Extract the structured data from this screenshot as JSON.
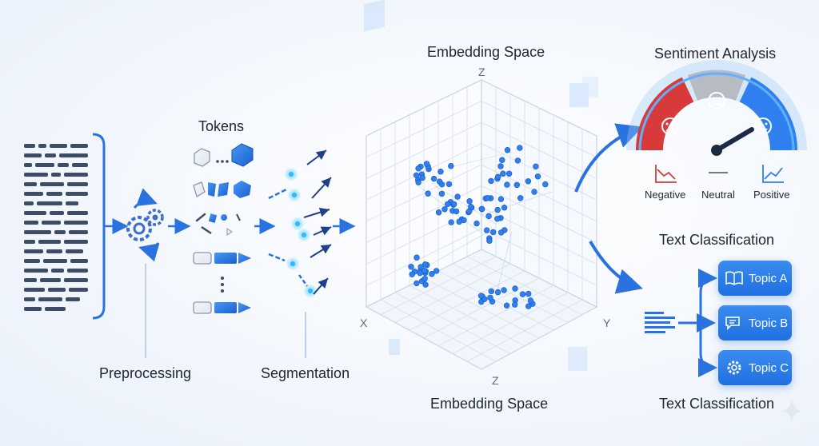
{
  "labels": {
    "tokens": "Tokens",
    "preprocessing": "Preprocessing",
    "segmentation": "Segmentation",
    "embedding_top": "Embedding Space",
    "embedding_bottom": "Embedding Space",
    "sentiment": "Sentiment Analysis",
    "classification_top": "Text Classification",
    "classification_bottom": "Text Classification"
  },
  "axes": {
    "z_top": "Z",
    "z_bottom": "Z",
    "x": "X",
    "y": "Y"
  },
  "sentiment_scale": {
    "negative": "Negative",
    "neutral": "Neutral",
    "positive": "Positive"
  },
  "topics": [
    "Topic A",
    "Topic B",
    "Topic C"
  ],
  "icons": {
    "document": "document-icon",
    "gears": "gears-icon",
    "sad_face": "sad-face-icon",
    "neutral_face": "neutral-face-icon",
    "happy_face": "happy-face-icon",
    "book": "book-icon",
    "chat": "chat-icon",
    "settings": "gear-icon"
  },
  "colors": {
    "accent": "#2a72e0",
    "negative": "#d83a3a",
    "neutral": "#b7bcc4",
    "positive": "#2f7ff0"
  }
}
